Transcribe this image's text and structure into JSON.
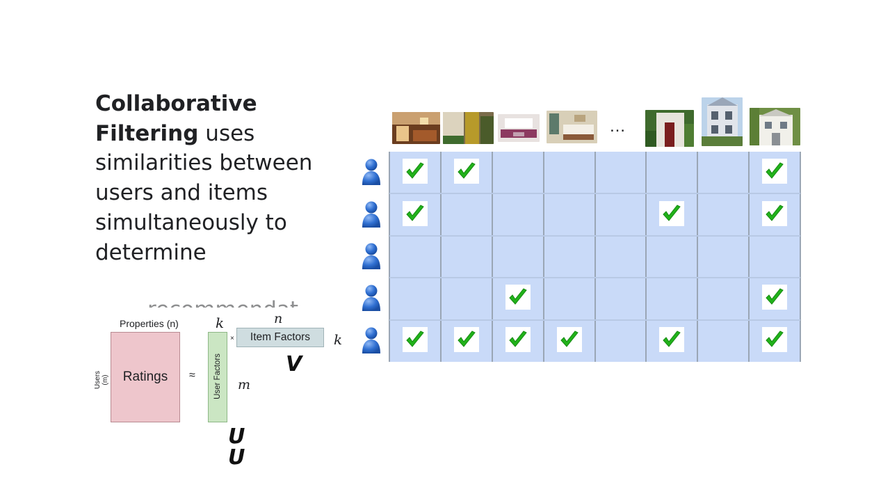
{
  "headline": {
    "bold1": "Collaborative",
    "bold2": "Filtering",
    "rest": " uses similarities between users and items simultaneously to determine",
    "ghost": "recommendations"
  },
  "diagram": {
    "properties_label": "Properties (n)",
    "users_label": "Users (m)",
    "ratings_label": "Ratings",
    "approx_symbol": "≈",
    "user_factors_label": "User Factors",
    "times_symbol": "×",
    "item_factors_label": "Item Factors",
    "k_symbol": "k",
    "n_symbol": "n",
    "m_symbol": "m",
    "v_symbol": "V",
    "u_symbol": "U"
  },
  "items_ellipsis": "…",
  "colors": {
    "grid": "#c9daf8",
    "check": "#21b21a",
    "user": "#2f6fd1",
    "ratings": "#eec6cc",
    "user_factors": "#cbe6c3",
    "item_factors": "#cfdde0"
  },
  "rating_matrix": {
    "rows": 5,
    "columns": 8,
    "checks": [
      [
        true,
        true,
        false,
        false,
        false,
        false,
        false,
        true
      ],
      [
        true,
        false,
        false,
        false,
        false,
        true,
        false,
        true
      ],
      [
        false,
        false,
        false,
        false,
        false,
        false,
        false,
        false
      ],
      [
        false,
        false,
        true,
        false,
        false,
        false,
        false,
        true
      ],
      [
        true,
        true,
        true,
        true,
        false,
        true,
        false,
        true
      ]
    ]
  }
}
